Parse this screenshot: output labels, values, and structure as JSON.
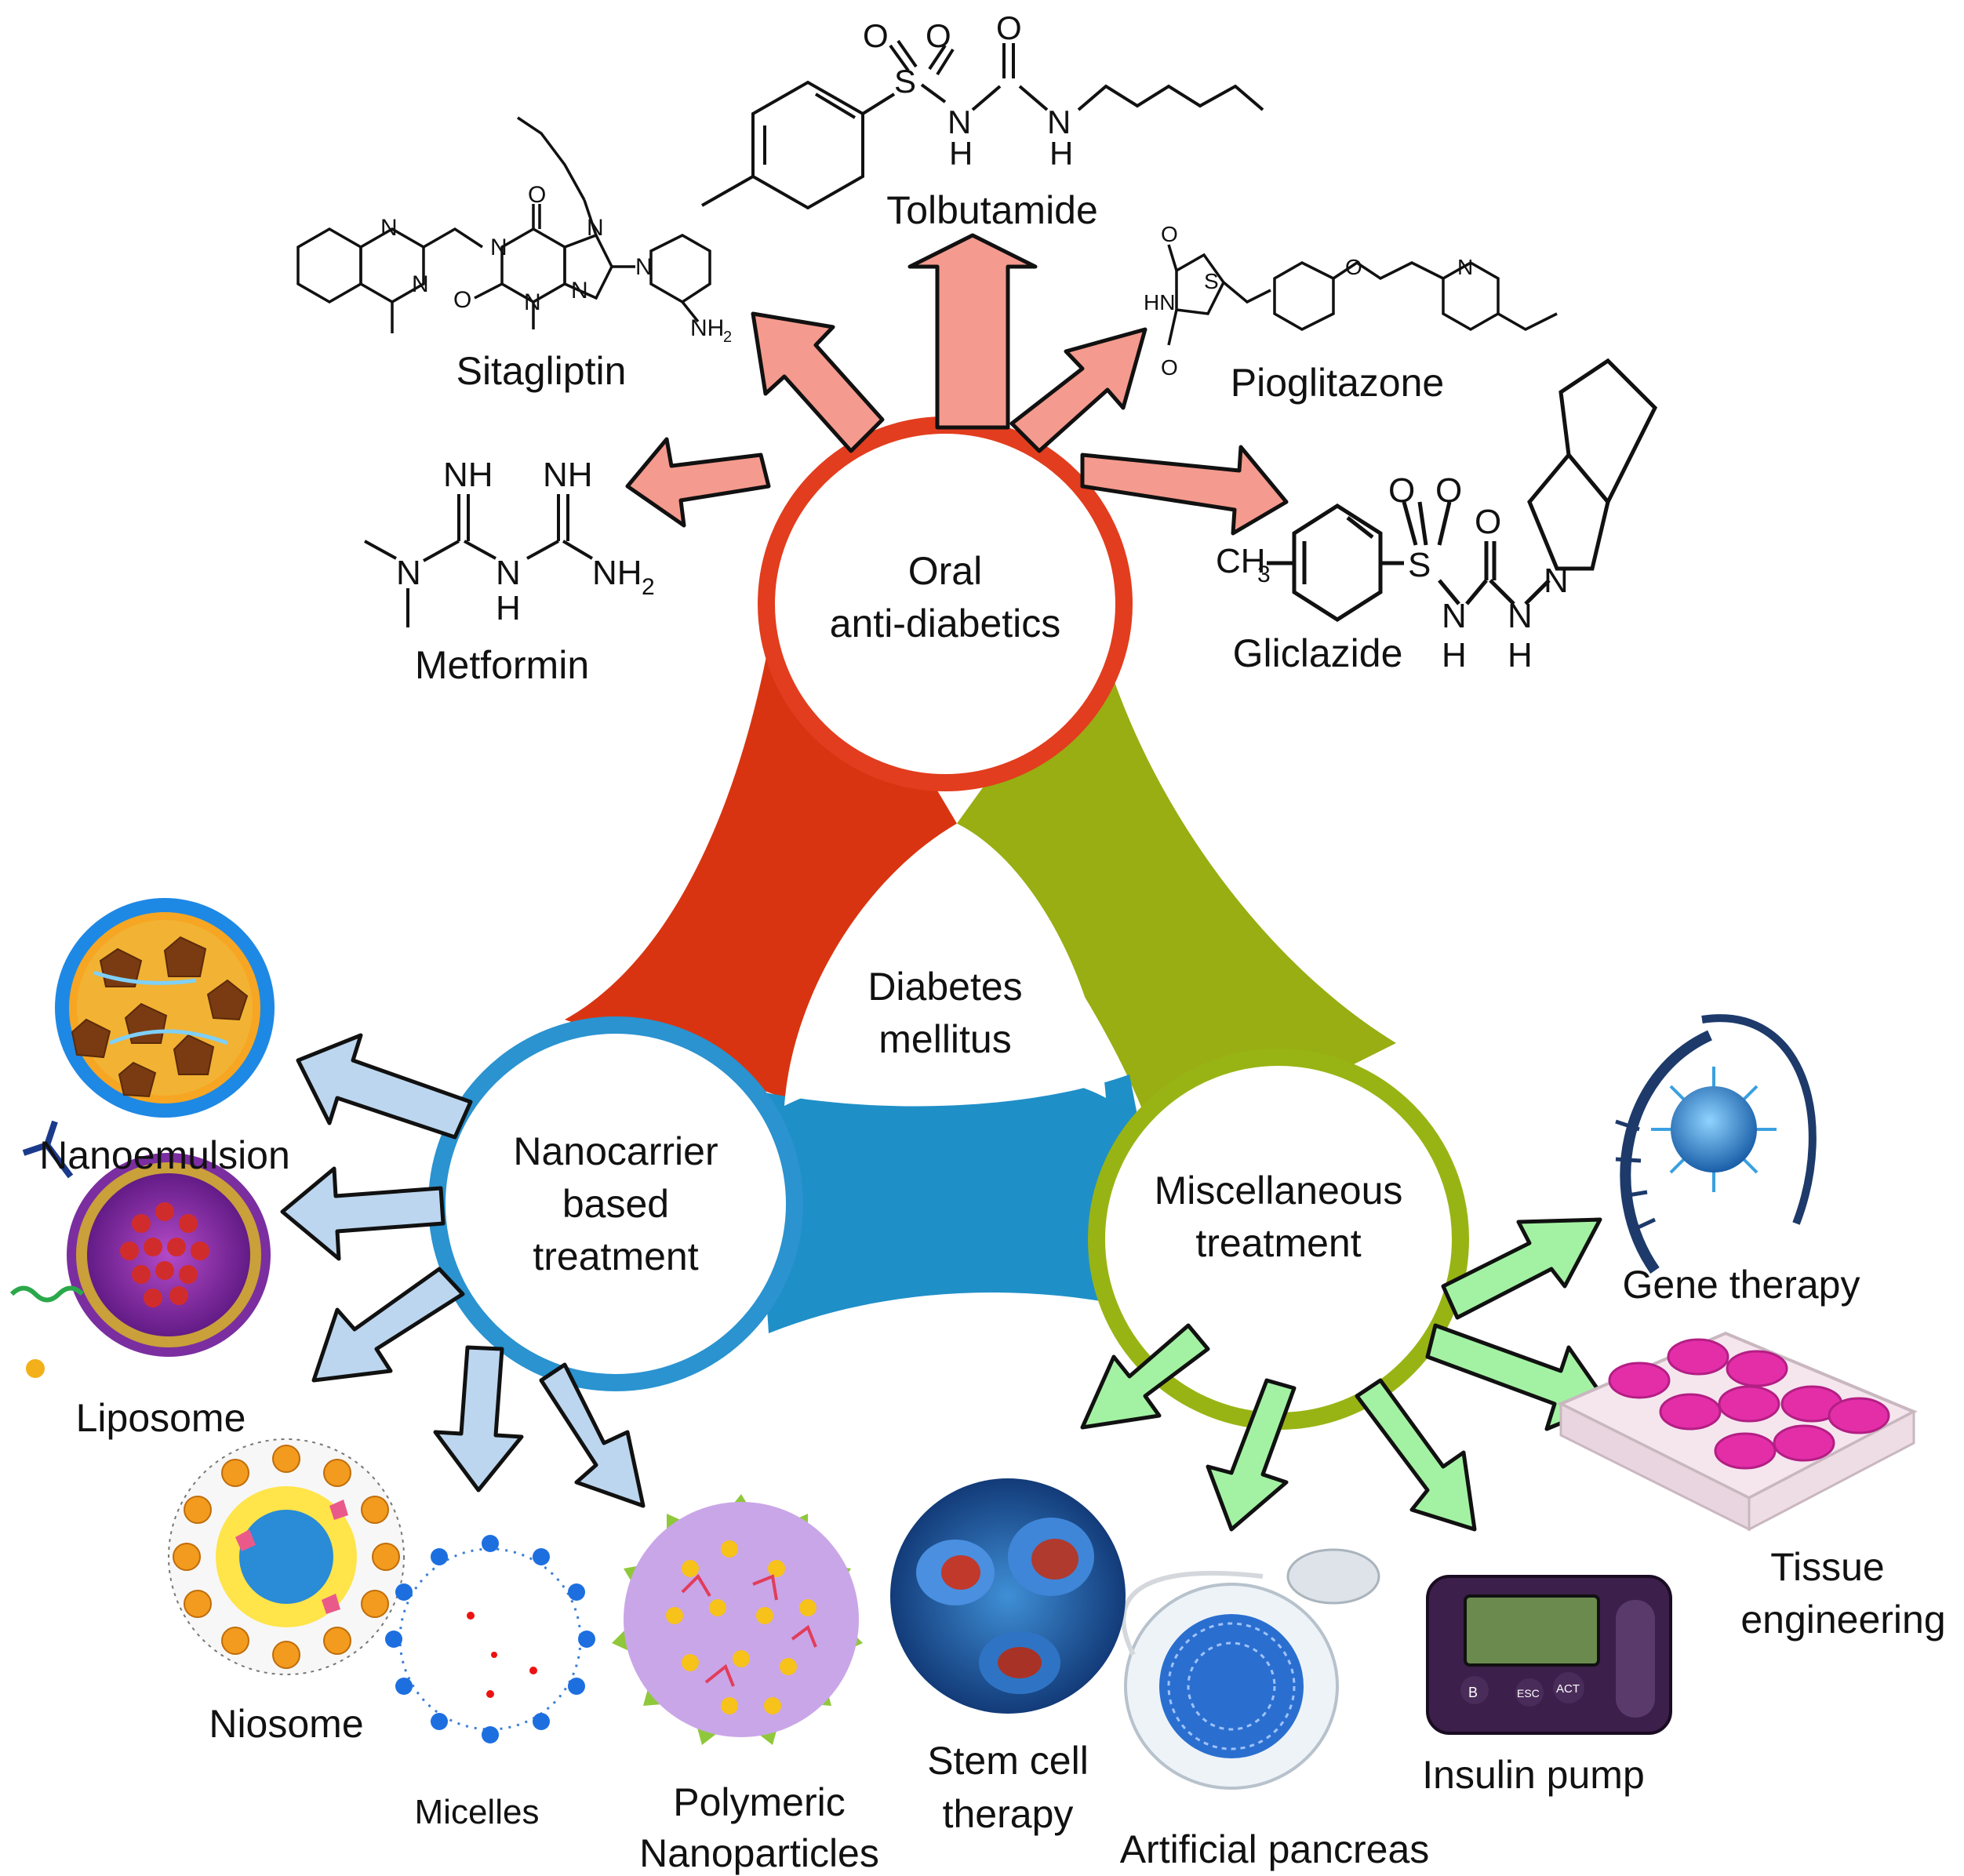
{
  "center": {
    "line1": "Diabetes",
    "line2": "mellitus"
  },
  "hubs": {
    "oral": {
      "line1": "Oral",
      "line2": "anti-diabetics",
      "color": "#e23d1e"
    },
    "nano": {
      "line1": "Nanocarrier",
      "line2": "based",
      "line3": "treatment",
      "color": "#2a93d0"
    },
    "misc": {
      "line1": "Miscellaneous",
      "line2": "treatment",
      "color": "#98b414"
    }
  },
  "oral_items": {
    "sitagliptin": "Sitagliptin",
    "tolbutamide": "Tolbutamide",
    "pioglitazone": "Pioglitazone",
    "metformin": "Metformin",
    "gliclazide": "Gliclazide"
  },
  "nano_items": {
    "nanoemulsion": "Nanoemulsion",
    "liposome": "Liposome",
    "niosome": "Niosome",
    "micelles": "Micelles",
    "polymeric_line1": "Polymeric",
    "polymeric_line2": "Nanoparticles"
  },
  "misc_items": {
    "gene_therapy": "Gene therapy",
    "tissue_line1": "Tissue",
    "tissue_line2": "engineering",
    "insulin_pump": "Insulin pump",
    "artificial_pancreas": "Artificial pancreas",
    "stem_line1": "Stem cell",
    "stem_line2": "therapy"
  },
  "chem_labels": {
    "O": "O",
    "S": "S",
    "N": "N",
    "NH": "NH",
    "H": "H",
    "HN": "HN",
    "NH2": "NH",
    "sub2": "2",
    "CH3": "CH",
    "sub3": "3"
  },
  "pump_buttons": {
    "b": "B",
    "esc": "ESC",
    "act": "ACT"
  }
}
